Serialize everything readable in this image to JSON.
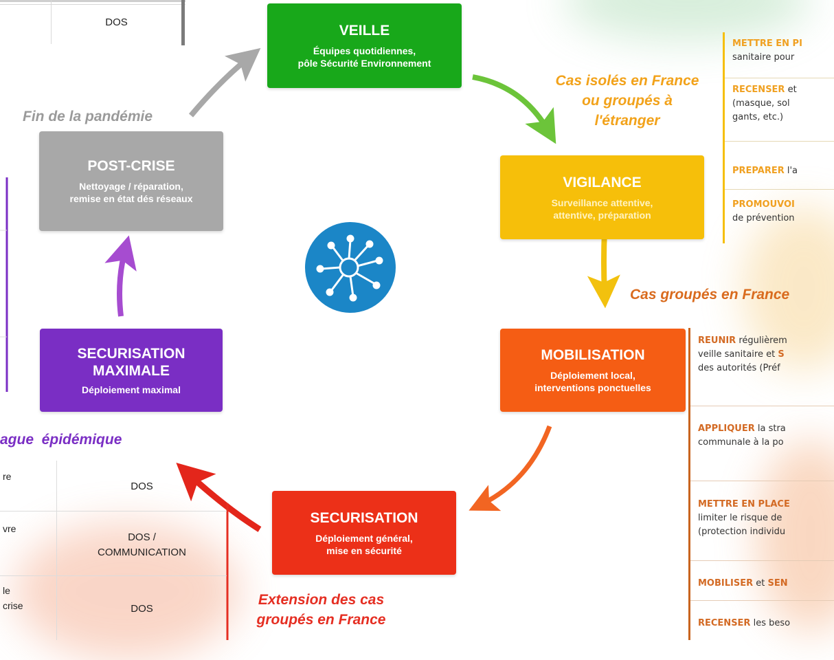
{
  "center_icon": "virus-icon",
  "colors": {
    "veille": "#18a81a",
    "vigilance": "#f6bf0a",
    "mobilisation": "#f55d14",
    "securisation": "#ec3018",
    "securisation_max": "#7a2ec4",
    "post_crise": "#a8a8a8",
    "virus_circle": "#1b86c7"
  },
  "stages": {
    "veille": {
      "title": "VEILLE",
      "subtitle_1": "Équipes quotidiennes,",
      "subtitle_2": "pôle Sécurité Environnement"
    },
    "vigilance": {
      "title": "VIGILANCE",
      "subtitle_1": "Surveillance attentive,",
      "subtitle_2": "attentive, préparation"
    },
    "mobilisation": {
      "title": "MOBILISATION",
      "subtitle_1": "Déploiement local,",
      "subtitle_2": "interventions ponctuelles"
    },
    "securisation": {
      "title": "SECURISATION",
      "subtitle_1": "Déploiement général,",
      "subtitle_2": "mise en sécurité"
    },
    "securisation_max": {
      "title_1": "SECURISATION",
      "title_2": "MAXIMALE",
      "subtitle": "Déploiement maximal"
    },
    "post_crise": {
      "title": "POST-CRISE",
      "subtitle_1": "Nettoyage / réparation,",
      "subtitle_2": "remise en état dés réseaux"
    }
  },
  "transitions": {
    "cas_isoles": {
      "line_1": "Cas isolés en France",
      "line_2": "ou groupés à",
      "line_3": "l'étranger"
    },
    "cas_groupes": "Cas groupés en France",
    "extension": {
      "line_1": "Extension des cas",
      "line_2": "groupés en France"
    },
    "vague": "ague  épidémique",
    "fin": "Fin de la pandémie"
  },
  "vigilance_panel": [
    {
      "kw": "METTRE EN PI",
      "line2": "sanitaire pour"
    },
    {
      "kw": "RECENSER",
      "rest": " et",
      "line2": "(masque,   sol",
      "line3": "gants, etc.)"
    },
    {
      "kw": "PREPARER",
      "rest": " l'a"
    },
    {
      "kw": "PROMOUVOI",
      "line2": "de prévention"
    }
  ],
  "mobilisation_panel": [
    {
      "kw": "REUNIR",
      "rest": " régulièrem",
      "line2_pre": "veille sanitaire et ",
      "line2_kw": "S",
      "line3": "des autorités (Préf"
    },
    {
      "kw": "APPLIQUER",
      "rest": " la stra",
      "line2": "communale à la po"
    },
    {
      "kw": "METTRE EN PLACE",
      "line2": "limiter le risque de",
      "line3": "(protection individu"
    },
    {
      "kw": "MOBILISER",
      "rest": " et ",
      "kw2": "SEN"
    },
    {
      "kw": "RECENSER",
      "rest": " les beso"
    }
  ],
  "top_table": {
    "value": "DOS"
  },
  "bottom_table": [
    {
      "left": "re",
      "right": "DOS"
    },
    {
      "left": "vre",
      "right_1": "DOS /",
      "right_2": "COMMUNICATION"
    },
    {
      "left_1": "le",
      "left_2": "crise",
      "right": "DOS"
    }
  ]
}
